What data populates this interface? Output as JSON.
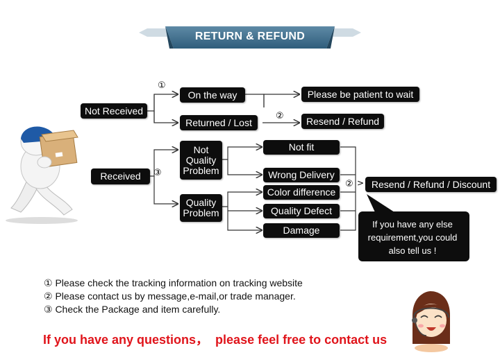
{
  "banner": {
    "title": "RETURN & REFUND",
    "color": "#3d6f8e"
  },
  "nodes": {
    "not_received": "Not Received",
    "on_the_way": "On the way",
    "returned_lost": "Returned / Lost",
    "patient": "Please be patient to wait",
    "resend_refund": "Resend / Refund",
    "received": "Received",
    "not_quality": "Not\nQuality\nProblem",
    "quality": "Quality\nProblem",
    "not_fit": "Not fit",
    "wrong_delivery": "Wrong Delivery",
    "color_difference": "Color difference",
    "quality_defect": "Quality Defect",
    "damage": "Damage",
    "resend_refund_discount": "Resend / Refund / Discount"
  },
  "markers": {
    "one": "①",
    "two": "②",
    "three": "③"
  },
  "bubble": "If you have any else requirement,you could also tell us !",
  "notes": [
    "① Please check the tracking information on tracking website",
    "② Please contact us by message,e-mail,or trade manager.",
    "③ Check the Package and item carefully."
  ],
  "contact": "If you have any questions，  please feel free to contact us",
  "colors": {
    "box": "#0d0d0d",
    "contact_text": "#e0141b"
  },
  "icons": [
    "delivery-man-icon",
    "customer-service-icon"
  ]
}
